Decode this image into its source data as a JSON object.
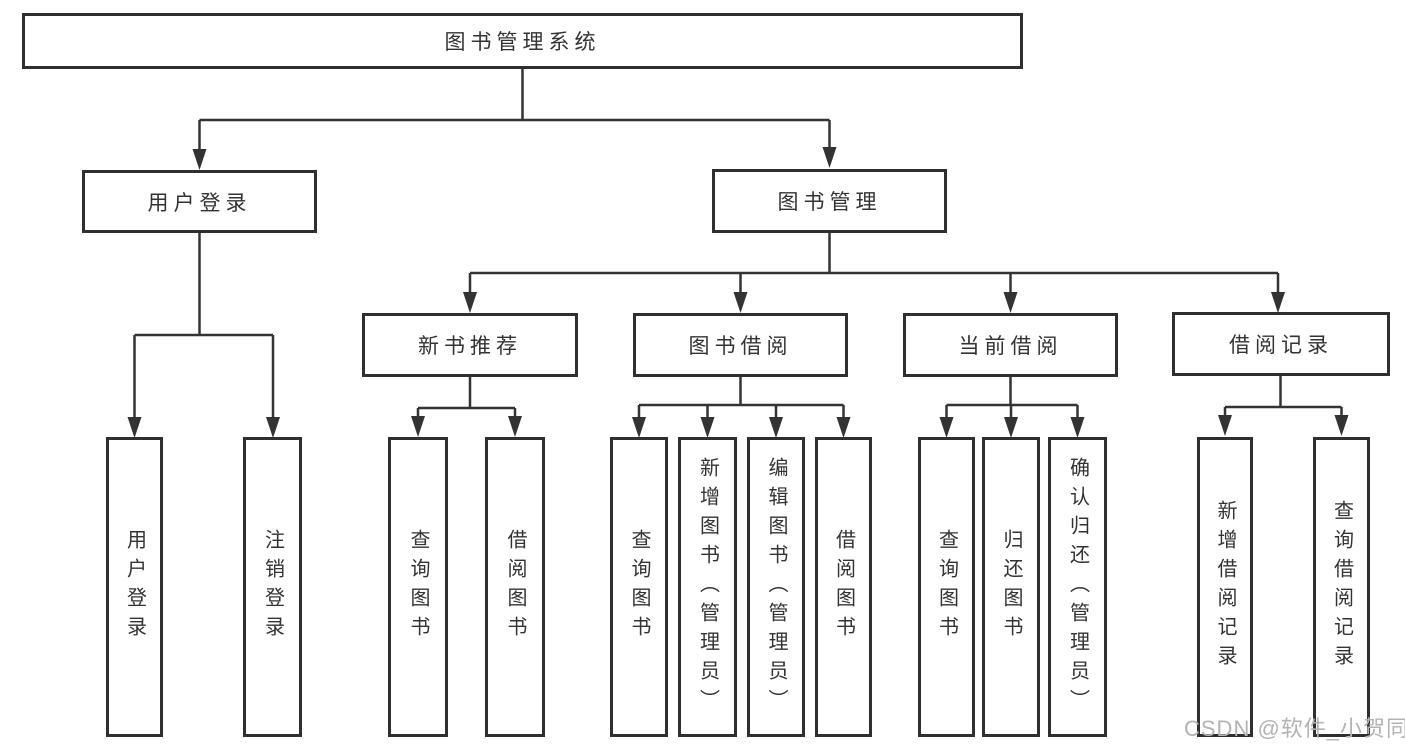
{
  "tree": {
    "label": "图书管理系统",
    "children": [
      {
        "label": "用户登录",
        "children": [
          {
            "label": "用户登录"
          },
          {
            "label": "注销登录"
          }
        ]
      },
      {
        "label": "图书管理",
        "children": [
          {
            "label": "新书推荐",
            "children": [
              {
                "label": "查询图书"
              },
              {
                "label": "借阅图书"
              }
            ]
          },
          {
            "label": "图书借阅",
            "children": [
              {
                "label": "查询图书"
              },
              {
                "label": "新增图书（管理员）"
              },
              {
                "label": "编辑图书（管理员）"
              },
              {
                "label": "借阅图书"
              }
            ]
          },
          {
            "label": "当前借阅",
            "children": [
              {
                "label": "查询图书"
              },
              {
                "label": "归还图书"
              },
              {
                "label": "确认归还（管理员）"
              }
            ]
          },
          {
            "label": "借阅记录",
            "children": [
              {
                "label": "新增借阅记录"
              },
              {
                "label": "查询借阅记录"
              }
            ]
          }
        ]
      }
    ]
  },
  "watermark": "CSDN @软件_小贺同学",
  "colors": {
    "line": "#333333",
    "box_border": "#2f2f2f",
    "text": "#333333",
    "watermark": "#b3b3b3",
    "background": "#ffffff"
  }
}
